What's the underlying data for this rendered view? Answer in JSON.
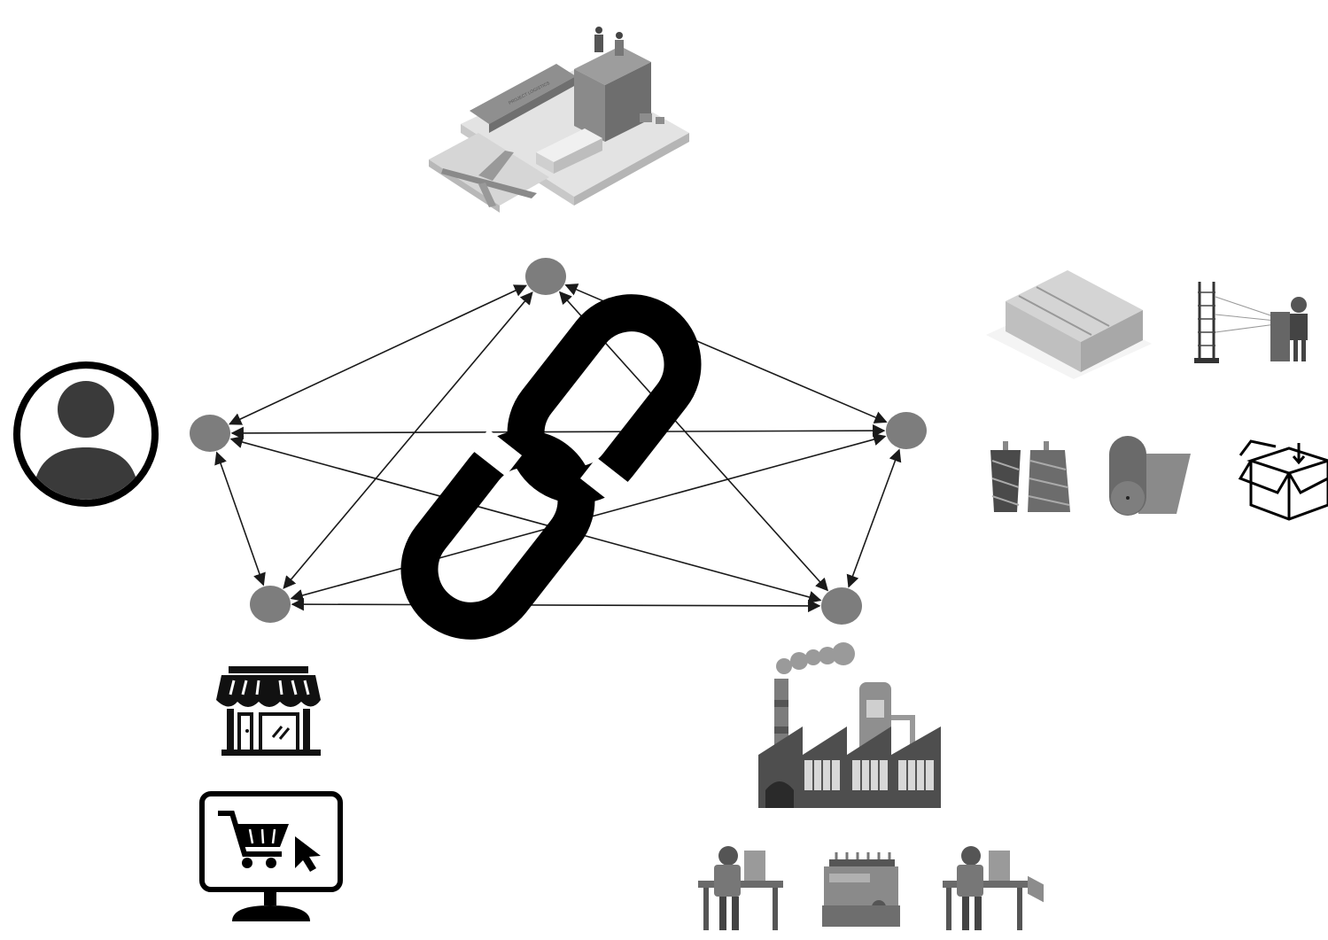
{
  "diagram": {
    "nodes": [
      {
        "id": "logistics",
        "icon": "logistics-illustration"
      },
      {
        "id": "consumer",
        "icon": "user-avatar-icon"
      },
      {
        "id": "suppliers",
        "icon": "warehouse-and-materials-icons"
      },
      {
        "id": "retail",
        "icon": "store-and-online-shop-icons"
      },
      {
        "id": "manufacturer",
        "icon": "factory-and-workers-icons"
      }
    ],
    "edges_bidirectional": [
      [
        "logistics",
        "consumer"
      ],
      [
        "logistics",
        "suppliers"
      ],
      [
        "logistics",
        "retail"
      ],
      [
        "logistics",
        "manufacturer"
      ],
      [
        "consumer",
        "suppliers"
      ],
      [
        "consumer",
        "retail"
      ],
      [
        "consumer",
        "manufacturer"
      ],
      [
        "suppliers",
        "retail"
      ],
      [
        "suppliers",
        "manufacturer"
      ],
      [
        "retail",
        "manufacturer"
      ]
    ],
    "center_icon": "chain-link-icon"
  },
  "colors": {
    "node": "#7d7d7d",
    "edge": "#1a1a1a",
    "icon_dark": "#111111",
    "illustration_gray": "#9a9a9a"
  },
  "illustration_text": {
    "ship_label": "PROJECT LOGISTICS"
  }
}
